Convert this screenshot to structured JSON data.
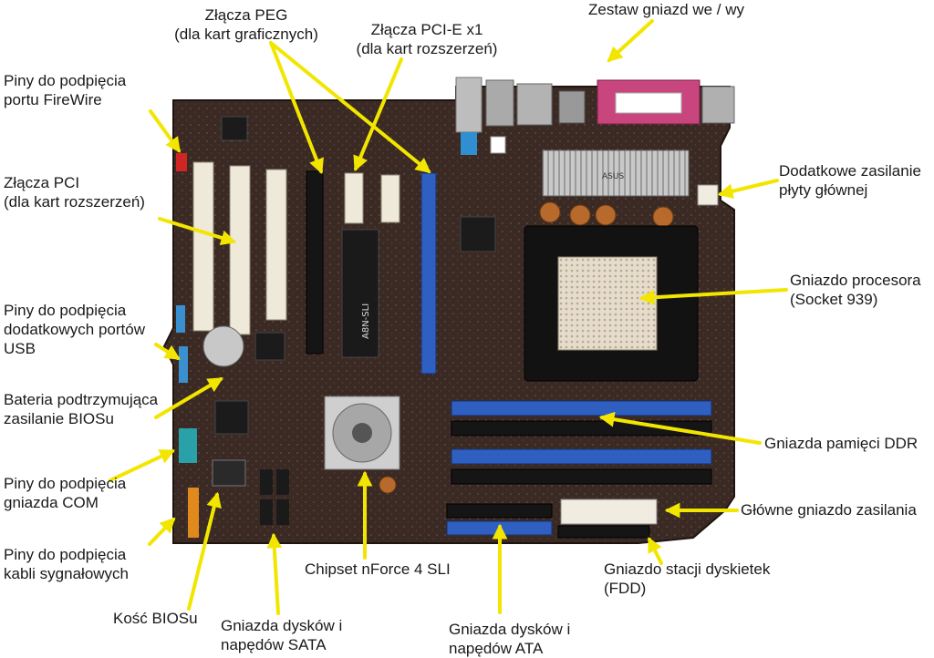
{
  "labels": {
    "peg": [
      "Złącza PEG",
      "(dla kart graficznych)"
    ],
    "pcie_x1": [
      "Złącza PCI-E x1",
      "(dla kart rozszerzeń)"
    ],
    "io": [
      "Zestaw gniazd we / wy"
    ],
    "firewire": [
      "Piny do podpięcia",
      "portu FireWire"
    ],
    "pci": [
      "Złącza PCI",
      "(dla kart rozszerzeń)"
    ],
    "aux_power": [
      "Dodatkowe zasilanie",
      "płyty głównej"
    ],
    "cpu": [
      "Gniazdo procesora",
      "(Socket 939)"
    ],
    "usb": [
      "Piny do podpięcia",
      "dodatkowych portów",
      "USB"
    ],
    "battery": [
      "Bateria podtrzymująca",
      "zasilanie BIOSu"
    ],
    "ddr": [
      "Gniazda pamięci DDR"
    ],
    "com": [
      "Piny do podpięcia",
      "gniazda COM"
    ],
    "main_power": [
      "Główne gniazdo zasilania"
    ],
    "signal": [
      "Piny do podpięcia",
      "kabli sygnałowych"
    ],
    "chipset": [
      "Chipset nForce 4 SLI"
    ],
    "fdd": [
      "Gniazdo stacji dyskietek",
      "(FDD)"
    ],
    "bios": [
      "Kość BIOSu"
    ],
    "sata": [
      "Gniazda dysków i",
      "napędów SATA"
    ],
    "ata": [
      "Gniazda dysków i",
      "napędów ATA"
    ]
  },
  "board_markings": {
    "brand": "ASUS",
    "model": "A8N-SLI"
  },
  "colors": {
    "arrow": "#f2e600",
    "pcb": "#3b2a24",
    "slot_blue": "#2f5fc0",
    "slot_white": "#efe9da",
    "slot_black": "#151515"
  }
}
